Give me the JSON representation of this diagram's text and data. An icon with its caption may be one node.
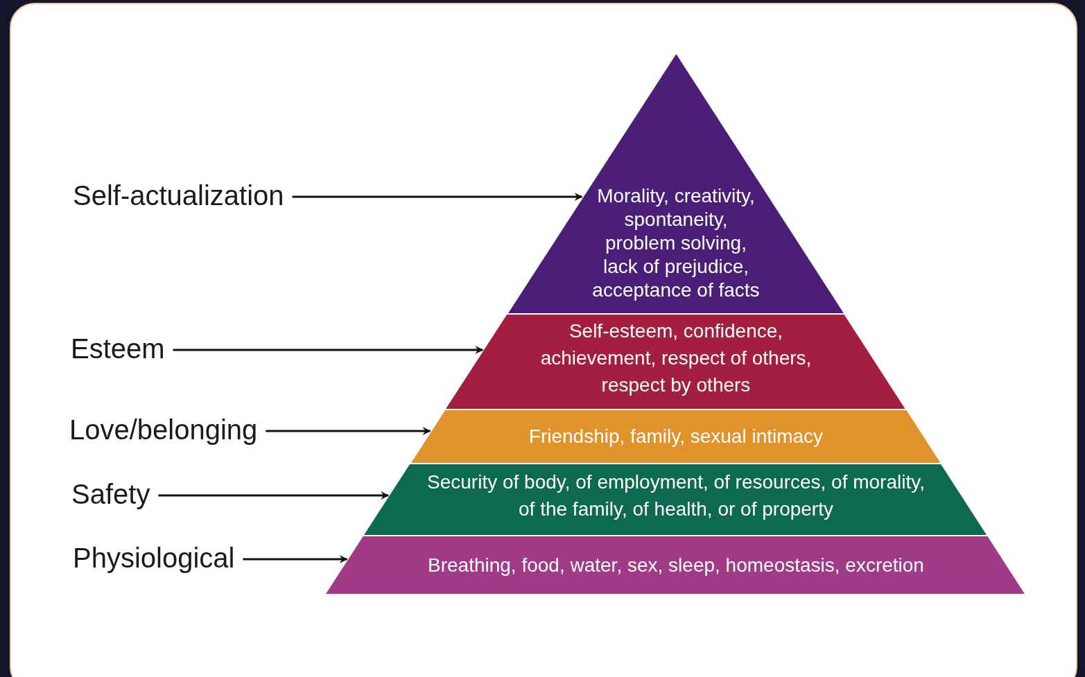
{
  "diagram": {
    "nodes": [
      {
        "text": [
          "Self-actualization"
        ]
      },
      {
        "text": [
          "Morality, creativity, spontaneity, problem solving, lack of prejudice, acceptance of facts"
        ]
      },
      {
        "text": [
          "Esteem"
        ]
      },
      {
        "text": [
          "Self-esteem, confidence, achievement, respect of others, respect by others"
        ]
      },
      {
        "text": [
          "Love/belonging"
        ]
      },
      {
        "text": [
          "Friendship, family, sexual intimacy"
        ]
      },
      {
        "text": [
          "Safety"
        ]
      },
      {
        "text": [
          "Security of body, of employment, of resources, of morality, of the family, of health, or of property"
        ]
      },
      {
        "text": [
          "Physiological"
        ]
      },
      {
        "text": [
          "Breathing, food, water, sex, sleep, homeostasis, excretion"
        ]
      }
    ],
    "edges": [
      {
        "from": 0,
        "to": 1,
        "arrow": "to"
      },
      {
        "from": 2,
        "to": 3,
        "arrow": "to"
      },
      {
        "from": 4,
        "to": 5,
        "arrow": "to"
      },
      {
        "from": 6,
        "to": 7,
        "arrow": "to"
      },
      {
        "from": 8,
        "to": 9,
        "arrow": "to"
      }
    ]
  }
}
